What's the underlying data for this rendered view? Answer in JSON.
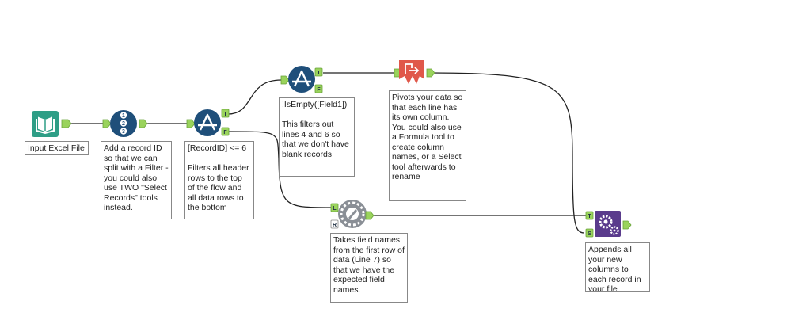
{
  "colors": {
    "input_tool": "#2e9e86",
    "record_id_tool": "#1f4f7a",
    "filter_tool": "#1f4f7a",
    "cross_tab_tool": "#e0584a",
    "dynamic_rename_tool": "#8a8f96",
    "append_fields_tool": "#5a3b8c",
    "anchor": "#9ad35c",
    "connector": "#222222"
  },
  "tools": [
    {
      "id": "input",
      "icon": "book-icon",
      "note": "Input Excel File"
    },
    {
      "id": "record_id",
      "icon": "numbered-list-icon",
      "numbers": [
        "1",
        "2",
        "3"
      ],
      "note": "Add a record ID so that we can split with a Filter - you could also use TWO \"Select Records\" tools instead."
    },
    {
      "id": "filter_header",
      "icon": "filter-icon",
      "anchors": [
        "T",
        "F"
      ],
      "note": "[RecordID] <= 6\n\nFilters all header rows to the top of the flow and all data rows to the bottom"
    },
    {
      "id": "filter_empty",
      "icon": "filter-icon",
      "anchors": [
        "T",
        "F"
      ],
      "note": "!IsEmpty([Field1])\n\nThis filters out lines 4 and 6 so that we don't have blank records"
    },
    {
      "id": "cross_tab",
      "icon": "cross-tab-icon",
      "note": "Pivots your data so that each line has its own column.  You could also use a Formula tool to create column names, or a Select tool afterwards to rename"
    },
    {
      "id": "dynamic_rename",
      "icon": "dynamic-rename-icon",
      "anchors": [
        "L",
        "R"
      ],
      "note": "Takes field names from the first row of data (Line 7) so that we have the expected field names."
    },
    {
      "id": "append_fields",
      "icon": "gears-icon",
      "anchors": [
        "T",
        "S"
      ],
      "note": "Appends all your new columns to each record in your file"
    }
  ]
}
